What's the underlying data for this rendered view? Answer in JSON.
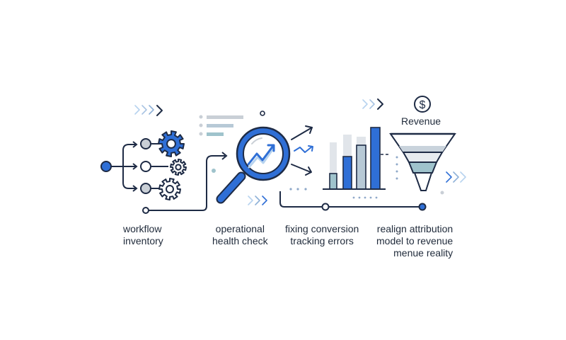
{
  "steps": [
    {
      "line1": "workflow",
      "line2": "inventory",
      "line3": ""
    },
    {
      "line1": "operational",
      "line2": "health check",
      "line3": ""
    },
    {
      "line1": "fixing conversion",
      "line2": "tracking errors",
      "line3": ""
    },
    {
      "line1": "realign attribution",
      "line2": "model to revenue",
      "line3": "menue reality"
    }
  ],
  "revenue_label": "Revenue",
  "dollar_symbol": "$",
  "colors": {
    "navy": "#1e2b45",
    "blue": "#2f6fd6",
    "light_blue": "#b7d3ef",
    "gray": "#c9cfd6",
    "teal": "#9fc3cc"
  },
  "icons": [
    "gear-icon",
    "magnifier-icon",
    "trend-arrow-icon",
    "bar-chart-icon",
    "funnel-icon",
    "dollar-icon",
    "chevrons-icon"
  ]
}
